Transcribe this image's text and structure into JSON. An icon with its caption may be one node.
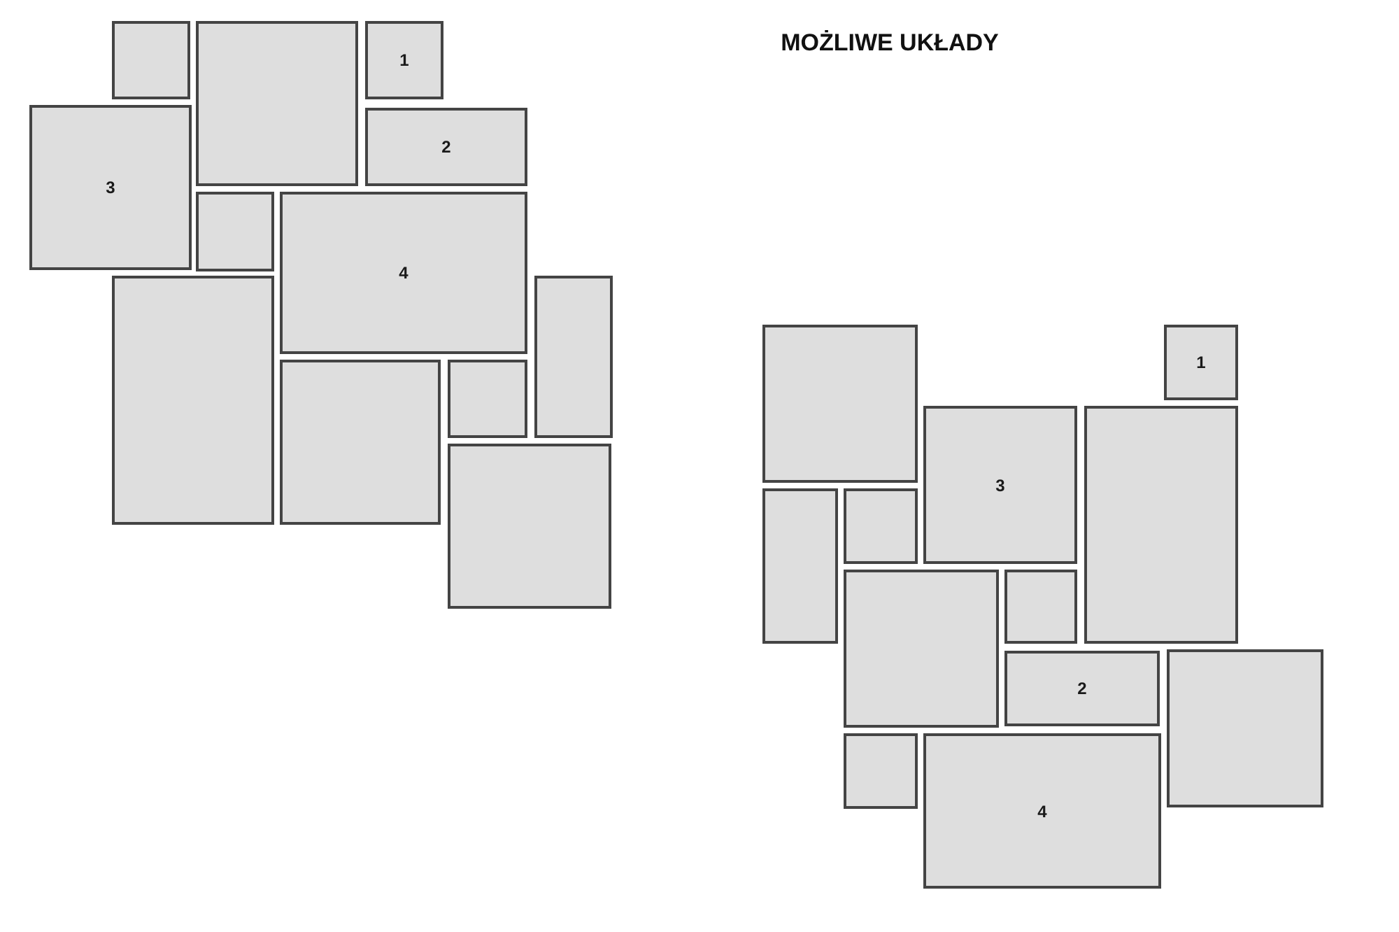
{
  "diagram": {
    "title": "MOŻLIWE UKŁADY",
    "nodes": [
      {
        "text": [],
        "shape": "box"
      },
      {
        "text": [],
        "shape": "box"
      },
      {
        "text": [
          "1"
        ]
      },
      {
        "text": [
          "3"
        ]
      },
      {
        "text": [
          "2"
        ]
      },
      {
        "text": [],
        "shape": "box"
      },
      {
        "text": [
          "4"
        ]
      },
      {
        "text": [],
        "shape": "box"
      },
      {
        "text": [],
        "shape": "box"
      },
      {
        "text": [],
        "shape": "box"
      },
      {
        "text": [],
        "shape": "box"
      },
      {
        "text": [],
        "shape": "box"
      },
      {
        "text": [],
        "shape": "box"
      },
      {
        "text": [
          "1"
        ]
      },
      {
        "text": [
          "3"
        ]
      },
      {
        "text": [],
        "shape": "box"
      },
      {
        "text": [],
        "shape": "box"
      },
      {
        "text": [],
        "shape": "box"
      },
      {
        "text": [],
        "shape": "box"
      },
      {
        "text": [],
        "shape": "box"
      },
      {
        "text": [
          "2"
        ]
      },
      {
        "text": [],
        "shape": "box"
      },
      {
        "text": [],
        "shape": "box"
      },
      {
        "text": [
          "4"
        ]
      }
    ]
  }
}
